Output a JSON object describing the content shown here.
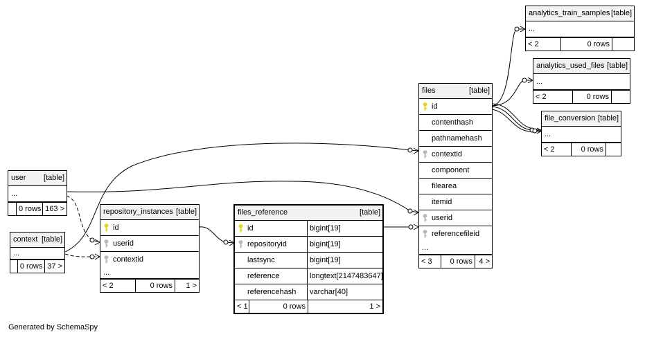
{
  "footer_text": "Generated by SchemaSpy",
  "tables": {
    "analytics_train_samples": {
      "name": "analytics_train_samples",
      "kind": "[table]",
      "rows_text": "...",
      "parents": "< 2",
      "count": "0 rows"
    },
    "analytics_used_files": {
      "name": "analytics_used_files",
      "kind": "[table]",
      "rows_text": "...",
      "parents": "< 2",
      "count": "0 rows"
    },
    "file_conversion": {
      "name": "file_conversion",
      "kind": "[table]",
      "rows_text": "...",
      "parents": "< 2",
      "count": "0 rows"
    },
    "files": {
      "name": "files",
      "kind": "[table]",
      "columns": [
        {
          "name": "id",
          "key": "primary"
        },
        {
          "name": "contenthash",
          "key": "none"
        },
        {
          "name": "pathnamehash",
          "key": "none"
        },
        {
          "name": "contextid",
          "key": "foreign"
        },
        {
          "name": "component",
          "key": "none"
        },
        {
          "name": "filearea",
          "key": "none"
        },
        {
          "name": "itemid",
          "key": "none"
        },
        {
          "name": "userid",
          "key": "foreign"
        },
        {
          "name": "referencefileid",
          "key": "foreign"
        }
      ],
      "more": "...",
      "parents": "< 3",
      "count": "0 rows",
      "children": "4 >"
    },
    "user": {
      "name": "user",
      "kind": "[table]",
      "rows_text": "...",
      "count": "0 rows",
      "children": "163 >"
    },
    "context": {
      "name": "context",
      "kind": "[table]",
      "rows_text": "...",
      "count": "0 rows",
      "children": "37 >"
    },
    "repository_instances": {
      "name": "repository_instances",
      "kind": "[table]",
      "columns": [
        {
          "name": "id",
          "key": "primary"
        },
        {
          "name": "userid",
          "key": "foreign"
        },
        {
          "name": "contextid",
          "key": "foreign"
        }
      ],
      "more": "...",
      "parents": "< 2",
      "count": "0 rows",
      "children": "1 >"
    },
    "files_reference": {
      "name": "files_reference",
      "kind": "[table]",
      "columns": [
        {
          "name": "id",
          "key": "primary",
          "type": "bigint[19]"
        },
        {
          "name": "repositoryid",
          "key": "foreign",
          "type": "bigint[19]"
        },
        {
          "name": "lastsync",
          "key": "none",
          "type": "bigint[19]"
        },
        {
          "name": "reference",
          "key": "none",
          "type": "longtext[2147483647]"
        },
        {
          "name": "referencehash",
          "key": "none",
          "type": "varchar[40]"
        }
      ],
      "parents": "< 1",
      "count": "0 rows",
      "children": "1 >"
    }
  },
  "colors": {
    "primary_key": "#e8d31c",
    "foreign_key": "#b8b8b8",
    "header_bg": "#f2f2f2",
    "line": "#000000"
  }
}
